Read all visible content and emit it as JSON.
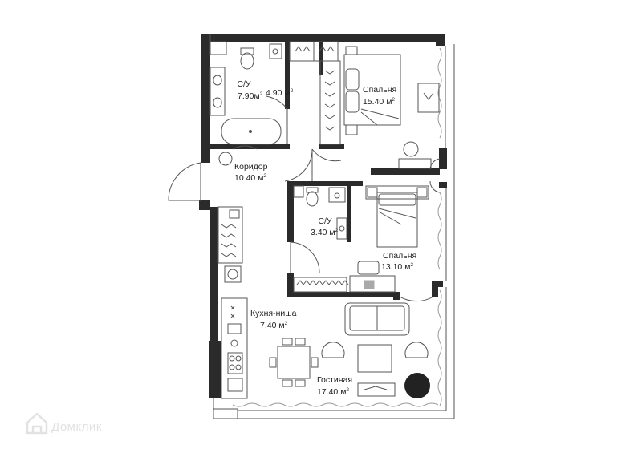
{
  "rooms": {
    "bathroom1": {
      "name": "С/У",
      "area": "7.90",
      "unit": "м",
      "sup": "2"
    },
    "closet": {
      "name": "",
      "area": "4.90",
      "unit": "м",
      "sup": "2"
    },
    "bedroom1": {
      "name": "Спальня",
      "area": "15.40",
      "unit": "м",
      "sup": "2"
    },
    "corridor": {
      "name": "Коридор",
      "area": "10.40",
      "unit": "м",
      "sup": "2"
    },
    "bathroom2": {
      "name": "С/У",
      "area": "3.40",
      "unit": "м",
      "sup": "2"
    },
    "bedroom2": {
      "name": "Спальня",
      "area": "13.10",
      "unit": "м",
      "sup": "2"
    },
    "kitchen": {
      "name": "Кухня-ниша",
      "area": "7.40",
      "unit": "м",
      "sup": "2"
    },
    "living": {
      "name": "Гостиная",
      "area": "17.40",
      "unit": "м",
      "sup": "2"
    }
  },
  "watermark": {
    "text": "Домклик"
  },
  "colors": {
    "wall": "#2b2b2b",
    "line": "#555555",
    "light": "#9a9a9a",
    "accent": "#222222"
  },
  "icons": [
    "house-logo-icon"
  ]
}
